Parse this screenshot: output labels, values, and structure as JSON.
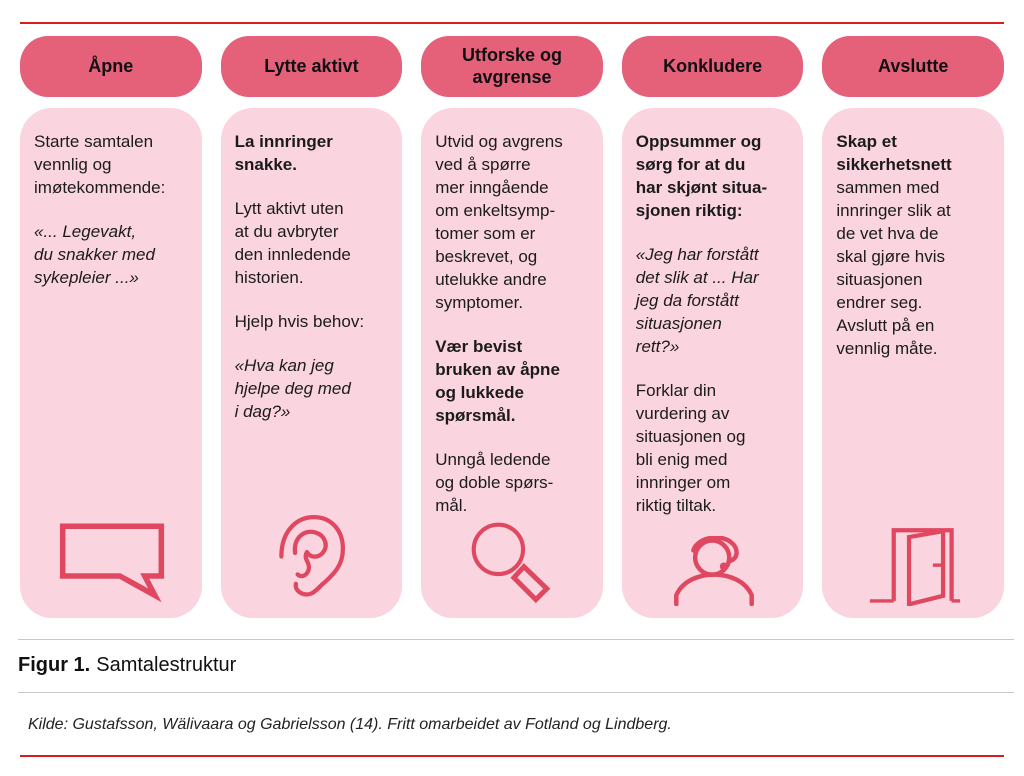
{
  "figure": {
    "caption_label": "Figur 1.",
    "caption_title": "Samtalestruktur",
    "source": "Kilde: Gustafsson, Wälivaara og Gabrielsson (14). Fritt omarbeidet av Fotland og Lindberg."
  },
  "colors": {
    "pill_background": "#e5617a",
    "panel_background": "#fad4de",
    "icon_stroke": "#e04760",
    "red_rule": "#da1e20",
    "gray_rule": "#c7c7c7",
    "text": "#1b1b1d"
  },
  "columns": [
    {
      "id": "apne",
      "header": "Åpne",
      "icon": "speech-bubble-icon",
      "paragraphs": [
        {
          "style": "regular",
          "text": "Starte samtalen\nvennlig og\nimøtekommende:"
        },
        {
          "style": "italic",
          "text": "«... Legevakt,\ndu snakker med\nsykepleier ...»"
        }
      ]
    },
    {
      "id": "lytte-aktivt",
      "header": "Lytte aktivt",
      "icon": "ear-icon",
      "paragraphs": [
        {
          "style": "bold",
          "text": "La innringer\nsnakke."
        },
        {
          "style": "regular",
          "text": "Lytt aktivt uten\nat du avbryter\nden innledende\nhistorien."
        },
        {
          "style": "regular",
          "text": "Hjelp hvis behov:"
        },
        {
          "style": "italic",
          "text": "«Hva kan jeg\nhjelpe deg med\ni dag?»"
        }
      ]
    },
    {
      "id": "utforske-og-avgrense",
      "header": "Utforske og\navgrense",
      "icon": "magnifier-icon",
      "paragraphs": [
        {
          "style": "regular",
          "text": "Utvid og avgrens\nved å spørre\nmer inngående\nom enkeltsymp-\ntomer som er\nbeskrevet, og\nutelukke andre\nsymptomer."
        },
        {
          "style": "bold",
          "text": "Vær bevist\nbruken av åpne\nog lukkede\nspørsmål."
        },
        {
          "style": "regular",
          "text": "Unngå ledende\nog doble spørs-\nmål."
        }
      ]
    },
    {
      "id": "konkludere",
      "header": "Konkludere",
      "icon": "headset-person-icon",
      "paragraphs": [
        {
          "style": "bold",
          "text": "Oppsummer og\nsørg for at du\nhar skjønt situa-\nsjonen riktig:"
        },
        {
          "style": "italic",
          "text": "«Jeg har forstått\ndet slik at ... Har\njeg da forstått\nsituasjonen\nrett?»"
        },
        {
          "style": "regular",
          "text": "Forklar din\nvurdering av\nsituasjonen og\nbli enig med\ninnringer om\nriktig tiltak."
        }
      ]
    },
    {
      "id": "avslutte",
      "header": "Avslutte",
      "icon": "open-door-icon",
      "paragraphs": [
        {
          "style": "bold",
          "text": "Skap et\nsikkerhetsnett"
        },
        {
          "style": "regular",
          "text": "sammen med\ninnringer slik at\nde vet hva de\nskal gjøre hvis\nsituasjonen\nendrer seg.\nAvslutt på en\nvennlig måte."
        }
      ]
    }
  ]
}
